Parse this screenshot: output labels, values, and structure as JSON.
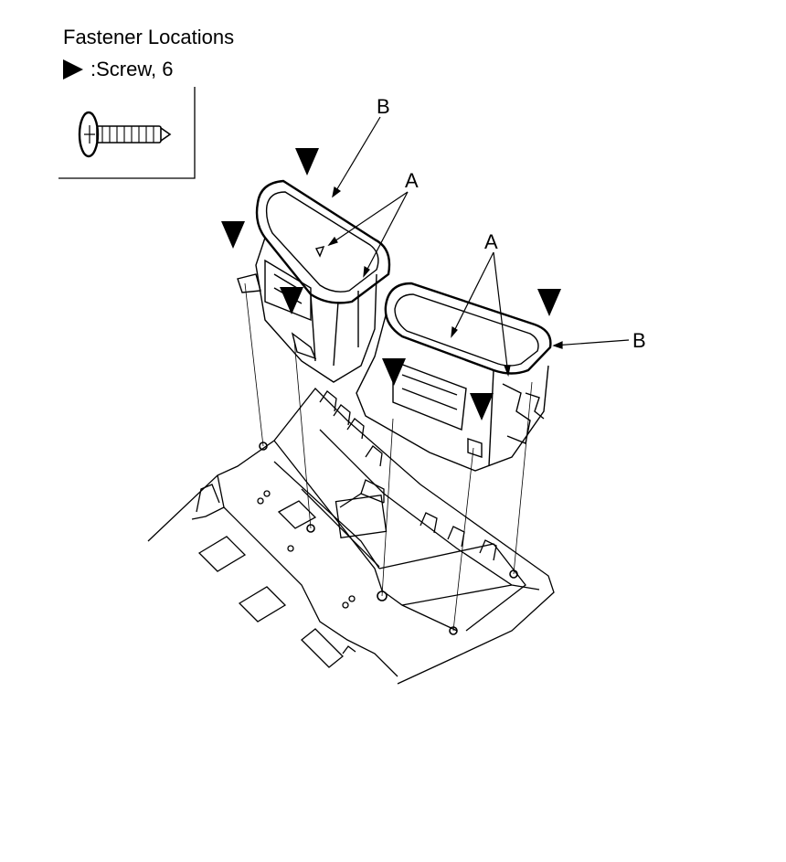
{
  "header": {
    "title": "Fastener Locations",
    "legend_separator": ": ",
    "legend_text": "Screw, 6"
  },
  "callouts": {
    "b_left": "B",
    "a_left": "A",
    "a_right": "A",
    "b_right": "B"
  },
  "icons": {
    "legend_marker": "triangle-right-icon",
    "screw": "screw-icon",
    "fastener_marker": "triangle-down-icon"
  },
  "colors": {
    "line": "#000000",
    "background": "#ffffff"
  }
}
